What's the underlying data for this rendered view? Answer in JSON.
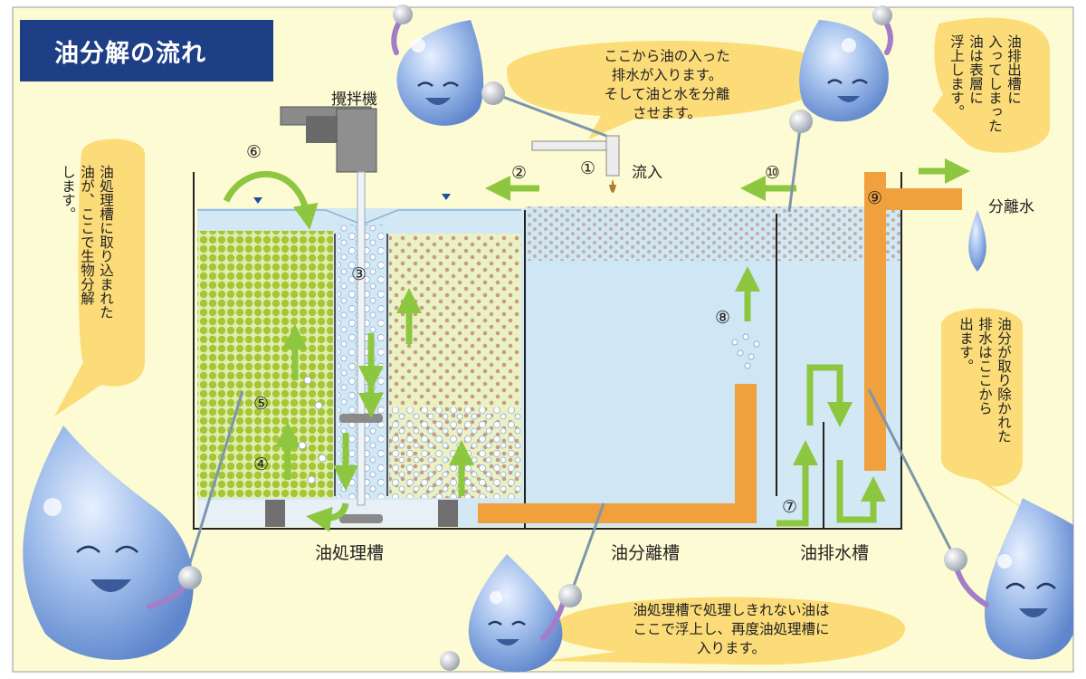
{
  "title": "油分解の流れ",
  "labels": {
    "mixer": "攪拌機",
    "inflow": "流入",
    "separated_water": "分離水",
    "tank_treatment": "油処理槽",
    "tank_separation": "油分離槽",
    "tank_drain": "油排水槽"
  },
  "numbers": [
    "①",
    "②",
    "③",
    "④",
    "⑤",
    "⑥",
    "⑦",
    "⑧",
    "⑨",
    "⑩"
  ],
  "bubbles": {
    "inflow": [
      "ここから油の入った",
      "排水が入ります。",
      "そして油と水を分離",
      "させます。"
    ],
    "surface": [
      "油排出槽に",
      "入ってしまった",
      "油は表層に",
      "浮上します。"
    ],
    "biodegrade": [
      "油処理槽に取り込まれた",
      "油が、ここで生物分解",
      "します。"
    ],
    "output": [
      "油分が取り除かれた",
      "排水はここから",
      "出ます。"
    ],
    "return": [
      "油処理槽で処理しきれない油は",
      "ここで浮上し、再度油処理槽に",
      "入ります。"
    ]
  },
  "colors": {
    "background": "#fdfbd3",
    "title_bar": "#1e3f86",
    "water": "#cfe6f4",
    "bead": "#a9c93a",
    "arrow": "#8dc63f",
    "pipe": "#f0a03c",
    "bubble": "#fbdc79",
    "droplet": "#8fb1e8"
  }
}
